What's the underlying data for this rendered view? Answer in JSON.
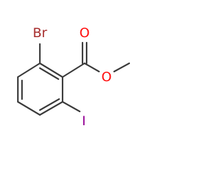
{
  "molecule": {
    "atoms": {
      "bromine": {
        "symbol": "Br",
        "color": "#a52a2a"
      },
      "iodine": {
        "symbol": "I",
        "color": "#940094"
      },
      "carbonyl_oxygen": {
        "symbol": "O",
        "color": "#ff0d0d"
      },
      "ester_oxygen": {
        "symbol": "O",
        "color": "#ff0d0d"
      }
    },
    "bond_color": "#3a3a3a"
  }
}
